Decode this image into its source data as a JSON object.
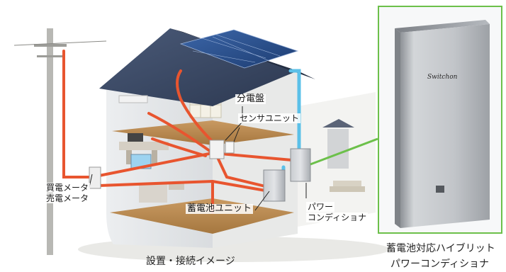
{
  "labels": {
    "distribution_board": "分電盤",
    "sensor_unit": "センサユニット",
    "buy_meter": "買電メータ",
    "sell_meter": "売電メータ",
    "battery_unit": "蓄電池ユニット",
    "power_conditioner_line1": "パワー",
    "power_conditioner_line2": "コンディショナ"
  },
  "captions": {
    "installation": "設置・接続イメージ",
    "product_line1": "蓄電池対応ハイブリット",
    "product_line2": "パワーコンディショナ"
  },
  "product": {
    "brand_mark": "Switchon"
  },
  "colors": {
    "power_line": "#e8552f",
    "solar_line": "#5bc0e8",
    "accent_frame": "#6cc04a",
    "roof": "#3a4a66",
    "panel": "#2a4f8a"
  }
}
